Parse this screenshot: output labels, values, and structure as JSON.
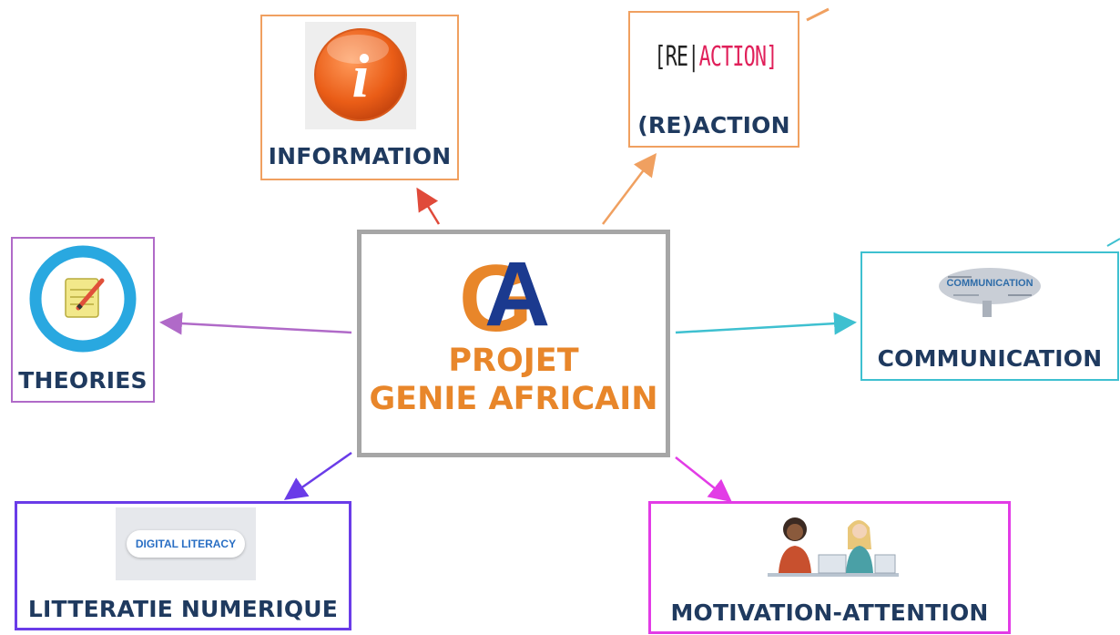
{
  "center": {
    "logo_letters": [
      "G",
      "A"
    ],
    "title_line1": "PROJET",
    "title_line2": "GENIE AFRICAIN"
  },
  "nodes": {
    "information": {
      "label": "INFORMATION",
      "icon_letter": "i",
      "color": "#f0a060"
    },
    "reaction": {
      "label": "(RE)ACTION",
      "logo_re": "[RE",
      "logo_action": "ACTION]",
      "color": "#f0a060"
    },
    "theories": {
      "label": "THEORIES",
      "color": "#b06ac8"
    },
    "communication": {
      "label": "COMMUNICATION",
      "cloud_word": "COMMUNICATION",
      "color": "#3ec0d0"
    },
    "litteratie": {
      "label": "LITTERATIE NUMERIQUE",
      "badge_text": "DIGITAL LITERACY",
      "color": "#6a3ce8"
    },
    "motivation": {
      "label": "MOTIVATION-ATTENTION",
      "color": "#e23ce6"
    }
  },
  "colors": {
    "text_dark": "#1f3a5f",
    "title_orange": "#e8862a",
    "arrow_information": "#e04a3a",
    "arrow_reaction": "#f0a060",
    "arrow_theories": "#b06ac8",
    "arrow_communication": "#3ec0d0",
    "arrow_litteratie": "#6a3ce8",
    "arrow_motivation": "#e23ce6"
  }
}
